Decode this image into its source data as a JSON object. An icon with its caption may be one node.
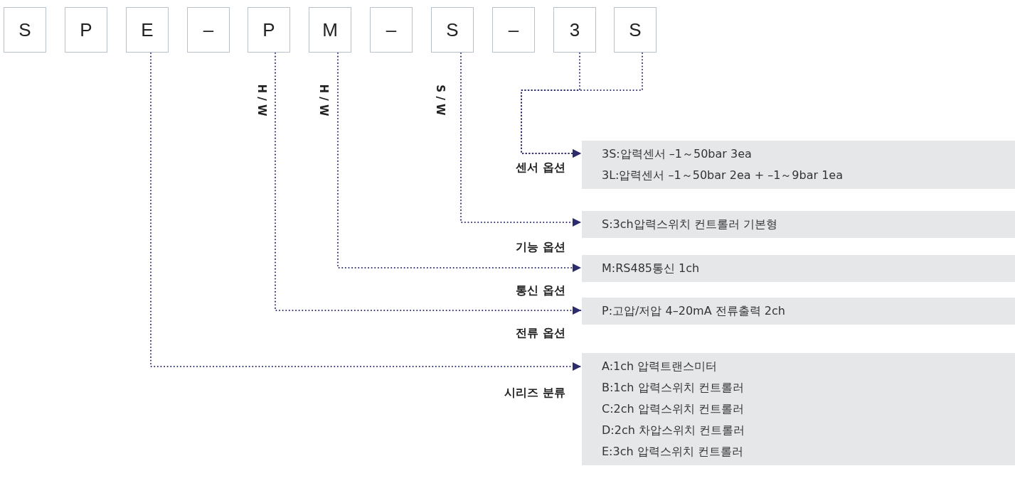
{
  "diagram": {
    "nodes": [
      {
        "text": [
          "S"
        ]
      },
      {
        "text": [
          "P"
        ]
      },
      {
        "text": [
          "E"
        ]
      },
      {
        "text": [
          "–"
        ]
      },
      {
        "text": [
          "P"
        ]
      },
      {
        "text": [
          "M"
        ]
      },
      {
        "text": [
          "–"
        ]
      },
      {
        "text": [
          "S"
        ]
      },
      {
        "text": [
          "–"
        ]
      },
      {
        "text": [
          "3"
        ]
      },
      {
        "text": [
          "S"
        ]
      },
      {
        "text": [
          "3S:압력센서 –1～50bar 3ea",
          "3L:압력센서 –1～50bar 2ea + –1～9bar 1ea"
        ],
        "beside": [
          "센서 옵션"
        ]
      },
      {
        "text": [
          "S:3ch압력스위치 컨트롤러 기본형"
        ],
        "beside": [
          "기능 옵션"
        ]
      },
      {
        "text": [
          "M:RS485통신 1ch"
        ],
        "beside": [
          "통신 옵션"
        ]
      },
      {
        "text": [
          "P:고압/저압 4–20mA 전류출력 2ch"
        ],
        "beside": [
          "전류 옵션"
        ]
      },
      {
        "text": [
          "A:1ch 압력트랜스미터",
          "B:1ch 압력스위치 컨트롤러",
          "C:2ch 압력스위치 컨트롤러",
          "D:2ch 차압스위치 컨트롤러",
          "E:3ch 압력스위치 컨트롤러"
        ],
        "beside": [
          "시리즈 분류"
        ]
      }
    ],
    "edges": [
      {
        "from": 2,
        "to": 15,
        "arrow": "to"
      },
      {
        "from": 4,
        "to": 14,
        "arrow": "to"
      },
      {
        "from": 5,
        "to": 13,
        "arrow": "to"
      },
      {
        "from": 7,
        "to": 12,
        "arrow": "to"
      },
      {
        "from": 9,
        "to": 11,
        "arrow": "to"
      },
      {
        "from": 10,
        "to": 11,
        "arrow": "to"
      }
    ],
    "labels": [
      "H / W",
      "H / W",
      "S / W"
    ]
  }
}
